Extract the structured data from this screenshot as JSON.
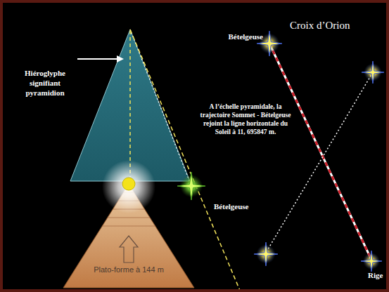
{
  "diagram": {
    "title": "Croix d’Orion",
    "nodes": [
      {
        "text": [
          "Plato-forme à 144 m"
        ]
      }
    ],
    "labels": [
      "Hiéroglyphe signifiant pyramidion",
      "A l’échelle pyramidale, la trajectoire Sommet - Bételgeuse rejoint la ligne horizontale du Soleil à 11, 695847 m.",
      "Bételgeuse",
      "Bételgeuse",
      "Rige"
    ]
  }
}
